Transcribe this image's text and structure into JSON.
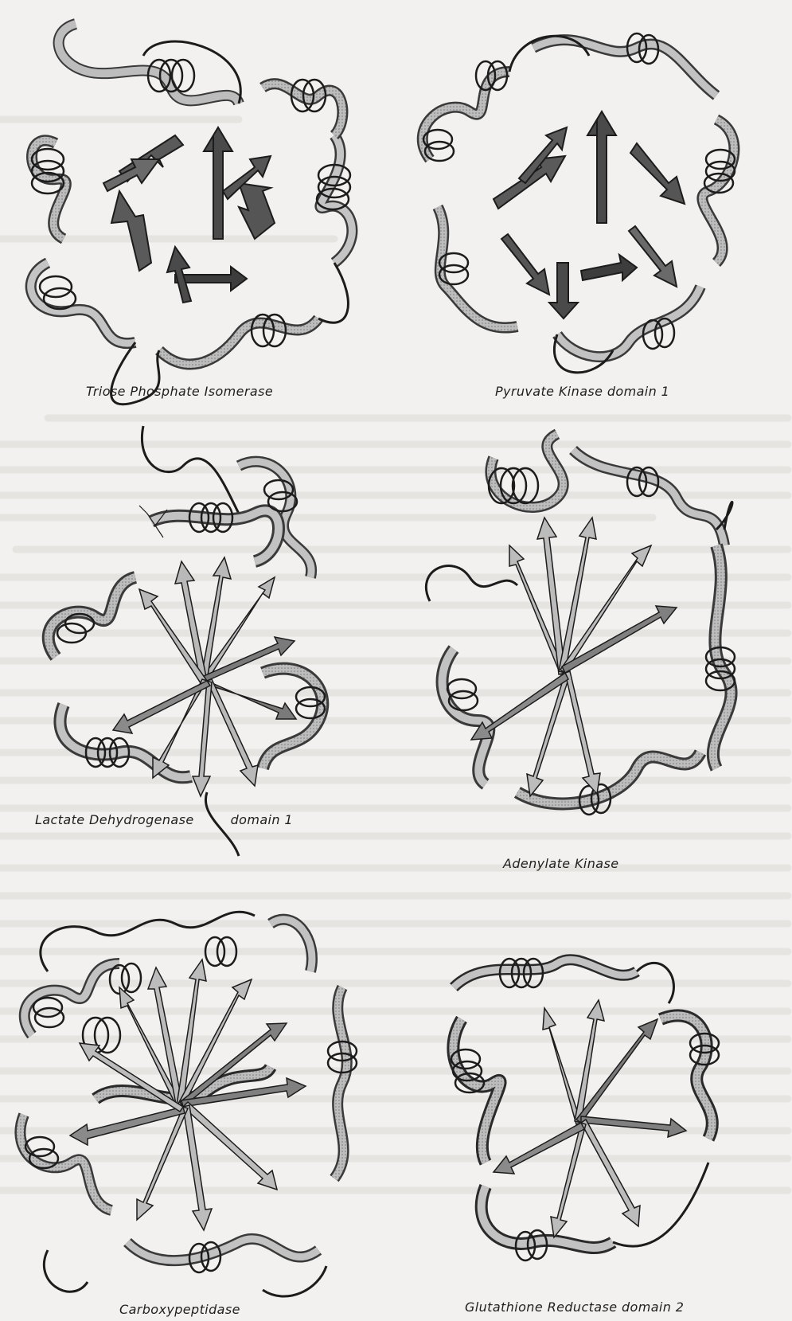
{
  "figure": {
    "panels": [
      {
        "id": "tim",
        "caption": "Triose Phosphate Isomerase"
      },
      {
        "id": "pk",
        "caption": "Pyruvate Kinase domain 1"
      },
      {
        "id": "ldh",
        "caption_main": "Lactate Dehydrogenase",
        "caption_tail": "domain 1"
      },
      {
        "id": "ak",
        "caption": "Adenylate Kinase"
      },
      {
        "id": "cpa",
        "caption": "Carboxypeptidase"
      },
      {
        "id": "gr",
        "caption": "Glutathione Reductase domain 2"
      }
    ]
  },
  "colors": {
    "ink": "#1c1c1c",
    "helix_dark": "#3a3a3a",
    "helix_light": "#a9a9a9",
    "strand_fill": "#6a6a6a",
    "strand_light": "#b5b5b5",
    "paper": "#f2f1ef"
  }
}
